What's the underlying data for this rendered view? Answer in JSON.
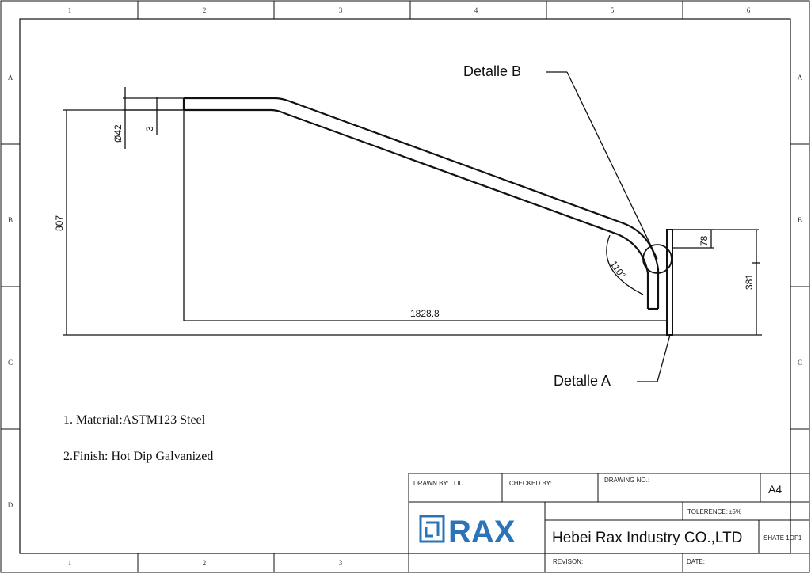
{
  "frame": {
    "columns_top": [
      "1",
      "2",
      "3",
      "4",
      "5",
      "6"
    ],
    "columns_bottom": [
      "1",
      "2",
      "3"
    ],
    "rows": [
      "A",
      "B",
      "C",
      "D"
    ]
  },
  "dimensions": {
    "diameter": "Ø42",
    "thickness": "3",
    "height": "807",
    "length": "1828.8",
    "angle": "110°",
    "detail_height": "78",
    "base_height": "381"
  },
  "callouts": {
    "detail_b": "Detalle B",
    "detail_a": "Detalle A"
  },
  "notes": [
    "1. Material:ASTM123 Steel",
    "2.Finish: Hot Dip Galvanized"
  ],
  "title_block": {
    "drawn_by_label": "DRAWN BY:",
    "drawn_by_value": "LIU",
    "checked_by_label": "CHECKED BY:",
    "drawing_no_label": "DRAWING NO.:",
    "paper_size": "A4",
    "tolerance_label": "TOLERENCE:",
    "tolerance_value": "±5%",
    "logo_text": "RAX",
    "company": "Hebei Rax Industry CO.,LTD",
    "sheet": "SHATE 1OF1",
    "revision_label": "REVISON:",
    "date_label": "DATE:"
  },
  "colors": {
    "line": "#111111",
    "logo_blue": "#2b74b8"
  }
}
